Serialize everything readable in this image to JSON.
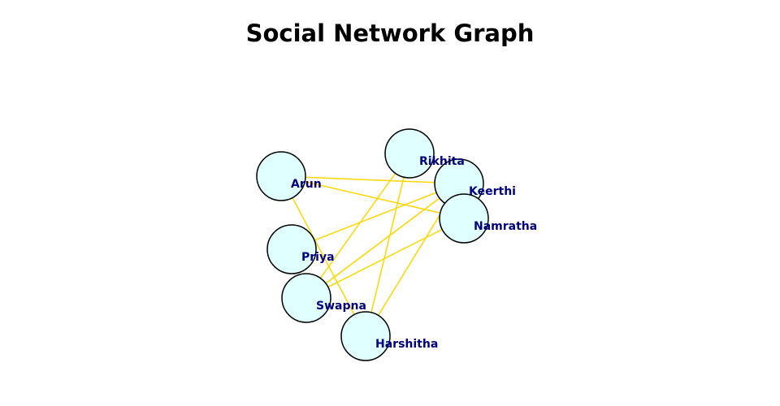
{
  "title": "Social Network Graph",
  "colors": {
    "edge": "#FFD700",
    "node_fill": "#E0FFFF",
    "node_stroke": "#000000",
    "label": "#000080",
    "title": "#000000"
  },
  "nodes": [
    {
      "id": "arun",
      "label": "Arun"
    },
    {
      "id": "rikhita",
      "label": "Rikhita"
    },
    {
      "id": "keerthi",
      "label": "Keerthi"
    },
    {
      "id": "namratha",
      "label": "Namratha"
    },
    {
      "id": "priya",
      "label": "Priya"
    },
    {
      "id": "swapna",
      "label": "Swapna"
    },
    {
      "id": "harshitha",
      "label": "Harshitha"
    }
  ],
  "edges": [
    {
      "source": "arun",
      "target": "keerthi"
    },
    {
      "source": "arun",
      "target": "namratha"
    },
    {
      "source": "arun",
      "target": "harshitha"
    },
    {
      "source": "priya",
      "target": "keerthi"
    },
    {
      "source": "swapna",
      "target": "rikhita"
    },
    {
      "source": "swapna",
      "target": "keerthi"
    },
    {
      "source": "swapna",
      "target": "namratha"
    },
    {
      "source": "harshitha",
      "target": "rikhita"
    },
    {
      "source": "harshitha",
      "target": "keerthi"
    }
  ]
}
